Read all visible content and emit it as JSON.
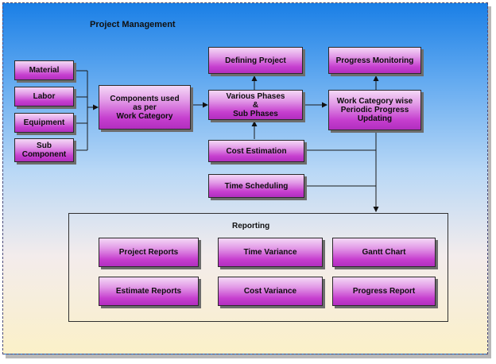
{
  "title": "Project Management",
  "inputs": {
    "material": "Material",
    "labor": "Labor",
    "equipment": "Equipment",
    "sub_component": "Sub\nComponent"
  },
  "components": "Components used\nas per\nWork Category",
  "defining_project": "Defining Project",
  "various_phases": "Various Phases\n&\nSub Phases",
  "progress_monitoring": "Progress Monitoring",
  "work_category_update": "Work Category wise\nPeriodic Progress\nUpdating",
  "cost_estimation": "Cost Estimation",
  "time_scheduling": "Time Scheduling",
  "reporting": {
    "title": "Reporting",
    "items": {
      "project_reports": "Project Reports",
      "time_variance": "Time Variance",
      "gantt_chart": "Gantt  Chart",
      "estimate_reports": "Estimate Reports",
      "cost_variance": "Cost Variance",
      "progress_report": "Progress Report"
    }
  }
}
